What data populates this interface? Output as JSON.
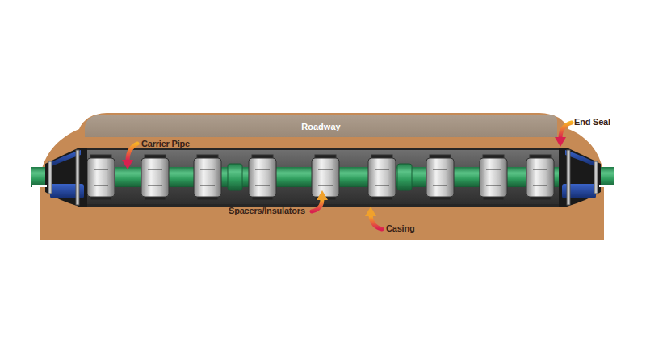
{
  "diagram": {
    "nodes": [
      {
        "text": [
          "Roadway"
        ]
      }
    ],
    "labels": [
      "Carrier Pipe",
      "End Seal",
      "Spacers/Insulators",
      "Casing"
    ]
  }
}
